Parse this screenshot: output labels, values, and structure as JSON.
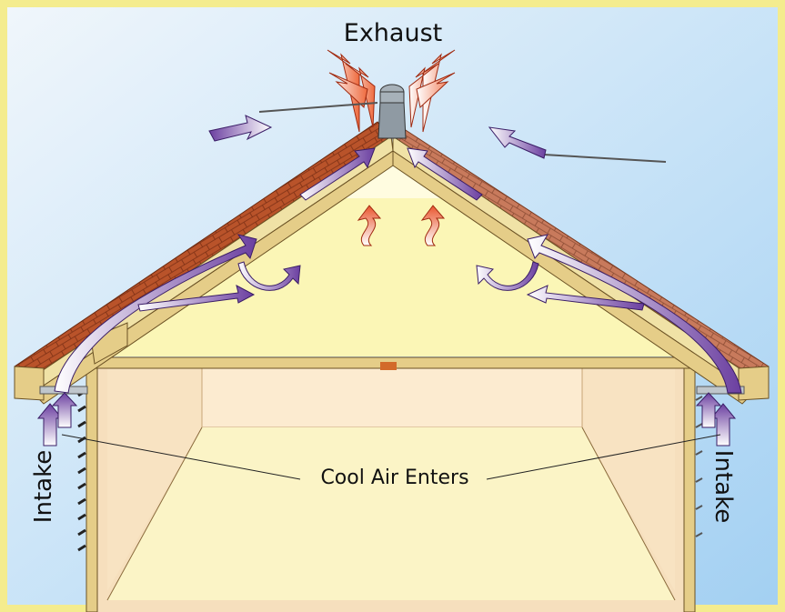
{
  "labels": {
    "exhaust": "Exhaust",
    "cool_air": "Cool Air Enters",
    "intake_left": "Intake",
    "intake_right": "Intake"
  },
  "colors": {
    "frame": "#f4ec8e",
    "sky_top": "#a9d3f3",
    "sky_bottom": "#f2f7fb",
    "attic": "#fbf6b6",
    "shingle_left": "#b9532a",
    "shingle_right": "#c87a5c",
    "rafter": "#e5cd88",
    "cool_arrow": "#6b3fa0",
    "warm_arrow": "#e9552d",
    "wall": "#f6dfbd"
  },
  "icons": [
    "ridge-vent-icon",
    "cool-air-arrow-icon",
    "warm-air-arrow-icon",
    "soffit-vent-icon"
  ]
}
